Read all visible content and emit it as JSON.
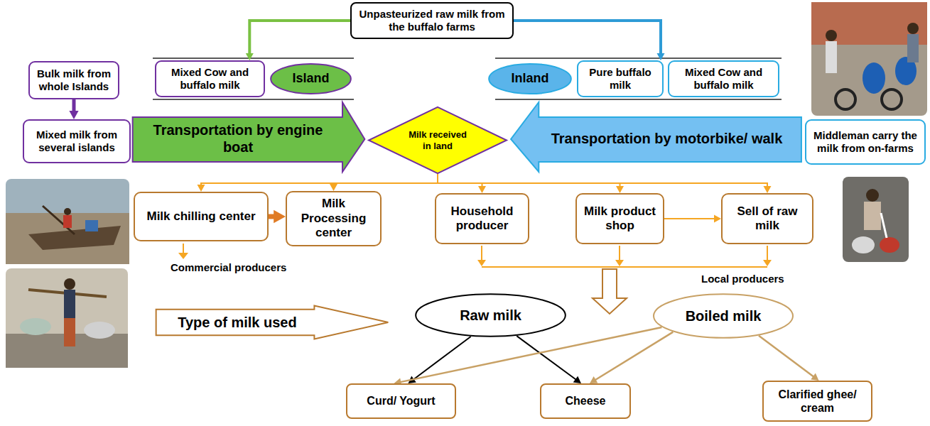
{
  "diagram": {
    "nodes": [
      {
        "text": [
          "Unpasteurized raw milk from the buffalo farms"
        ]
      },
      {
        "text": [
          "Bulk milk from whole Islands"
        ]
      },
      {
        "text": [
          "Mixed Cow and buffalo milk"
        ]
      },
      {
        "text": [
          "Island"
        ]
      },
      {
        "text": [
          "Inland"
        ]
      },
      {
        "text": [
          "Pure buffalo milk"
        ]
      },
      {
        "text": [
          "Mixed Cow and buffalo milk"
        ]
      },
      {
        "text": [
          "Mixed milk from several islands"
        ]
      },
      {
        "text": [
          "Transportation by engine boat"
        ]
      },
      {
        "text": [
          "Milk received in land"
        ]
      },
      {
        "text": [
          "Transportation by motorbike/ walk"
        ]
      },
      {
        "text": [
          "Middleman carry the milk from on-farms"
        ]
      },
      {
        "text": [
          "Milk chilling center"
        ]
      },
      {
        "text": [
          "Milk Processing center"
        ]
      },
      {
        "text": [
          "Household producer"
        ]
      },
      {
        "text": [
          "Milk product shop"
        ]
      },
      {
        "text": [
          "Sell of raw milk"
        ]
      },
      {
        "text": [
          "Type of milk used"
        ]
      },
      {
        "text": [
          "Raw milk"
        ]
      },
      {
        "text": [
          "Boiled milk"
        ]
      },
      {
        "text": [
          "Curd/ Yogurt"
        ]
      },
      {
        "text": [
          "Cheese"
        ]
      },
      {
        "text": [
          "Clarified ghee/ cream"
        ]
      }
    ],
    "edges": [
      {
        "from": 0,
        "to": 2,
        "arrow": "to"
      },
      {
        "from": 0,
        "to": 5,
        "arrow": "to"
      },
      {
        "from": 1,
        "to": 7,
        "arrow": "to"
      },
      {
        "from": 9,
        "to": 12,
        "arrow": "to"
      },
      {
        "from": 9,
        "to": 13,
        "arrow": "to"
      },
      {
        "from": 9,
        "to": 14,
        "arrow": "to"
      },
      {
        "from": 9,
        "to": 15,
        "arrow": "to"
      },
      {
        "from": 9,
        "to": 16,
        "arrow": "to"
      },
      {
        "from": 12,
        "to": 13,
        "arrow": "to"
      },
      {
        "from": 15,
        "to": 16,
        "arrow": "to"
      },
      {
        "from": 18,
        "to": 20,
        "arrow": "to"
      },
      {
        "from": 18,
        "to": 21,
        "arrow": "to"
      },
      {
        "from": 19,
        "to": 20,
        "arrow": "to"
      },
      {
        "from": 19,
        "to": 21,
        "arrow": "to"
      },
      {
        "from": 19,
        "to": 22,
        "arrow": "to"
      }
    ],
    "labels": [
      "Commercial producers",
      "Local producers"
    ]
  }
}
